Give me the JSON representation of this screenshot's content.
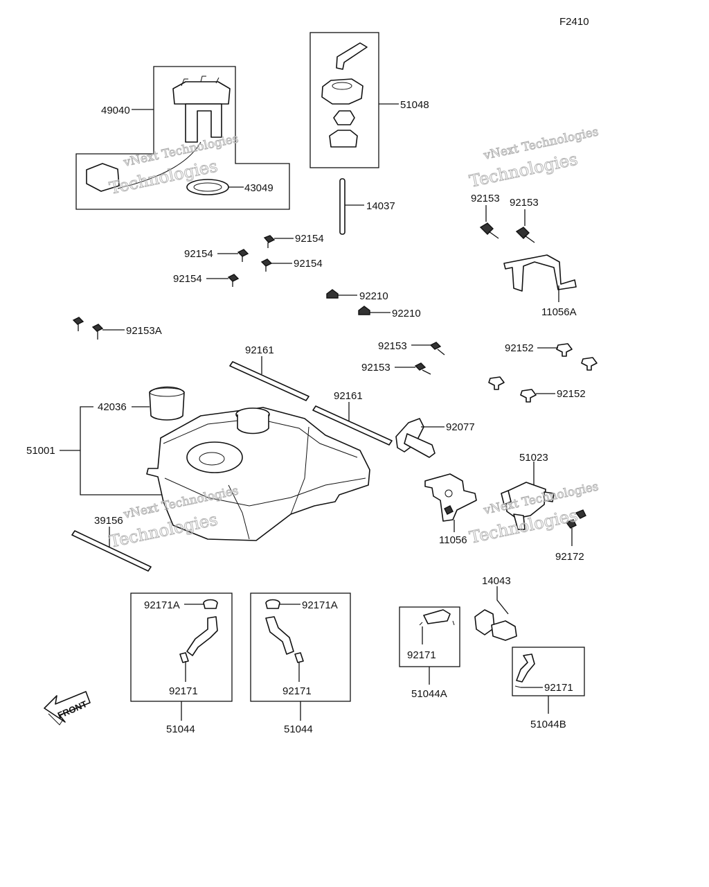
{
  "figure_code": "F2410",
  "front_label": "FRONT",
  "watermark": {
    "line1": "vNext Technologies",
    "line2": "Technologies"
  },
  "labels": {
    "l49040": "49040",
    "l43049": "43049",
    "l51048": "51048",
    "l14037": "14037",
    "l92153_a": "92153",
    "l92153_b": "92153",
    "l11056A": "11056A",
    "l92154_a": "92154",
    "l92154_b": "92154",
    "l92154_c": "92154",
    "l92154_d": "92154",
    "l92210_a": "92210",
    "l92210_b": "92210",
    "l92153A": "92153A",
    "l92153_c": "92153",
    "l92153_d": "92153",
    "l92152_a": "92152",
    "l92152_b": "92152",
    "l92161_a": "92161",
    "l92161_b": "92161",
    "l42036": "42036",
    "l51001": "51001",
    "l92077": "92077",
    "l51023": "51023",
    "l11056": "11056",
    "l39156": "39156",
    "l92172": "92172",
    "l14043": "14043",
    "l92171A_a": "92171A",
    "l92171A_b": "92171A",
    "l92171_a": "92171",
    "l92171_b": "92171",
    "l92171_c": "92171",
    "l92171_d": "92171",
    "l51044_a": "51044",
    "l51044_b": "51044",
    "l51044A": "51044A",
    "l51044B": "51044B"
  }
}
